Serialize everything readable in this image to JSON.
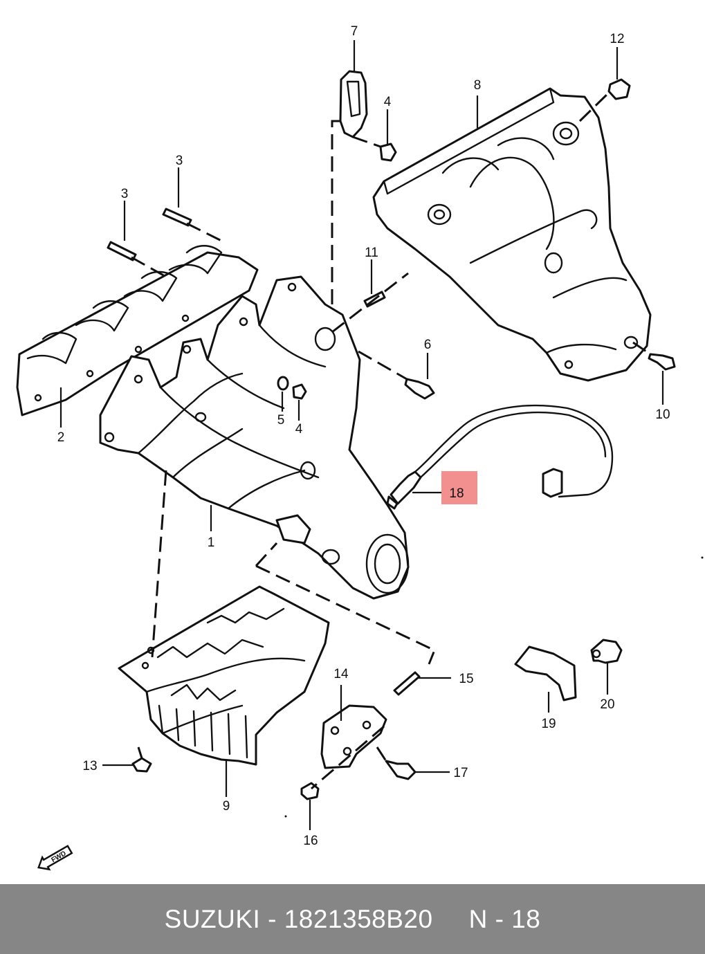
{
  "callouts": {
    "c1": "1",
    "c2": "2",
    "c3a": "3",
    "c3b": "3",
    "c4a": "4",
    "c4b": "4",
    "c5": "5",
    "c6": "6",
    "c7": "7",
    "c8": "8",
    "c9": "9",
    "c10": "10",
    "c11": "11",
    "c12": "12",
    "c13": "13",
    "c14": "14",
    "c15": "15",
    "c16": "16",
    "c17": "17",
    "c18": "18",
    "c19": "19",
    "c20": "20"
  },
  "highlight": {
    "part": "18",
    "color": "#f28f8f"
  },
  "fwd_label": "FWD",
  "footer": {
    "brand_part": "SUZUKI - 1821358B20",
    "ref": "N - 18",
    "background": "#868686"
  }
}
